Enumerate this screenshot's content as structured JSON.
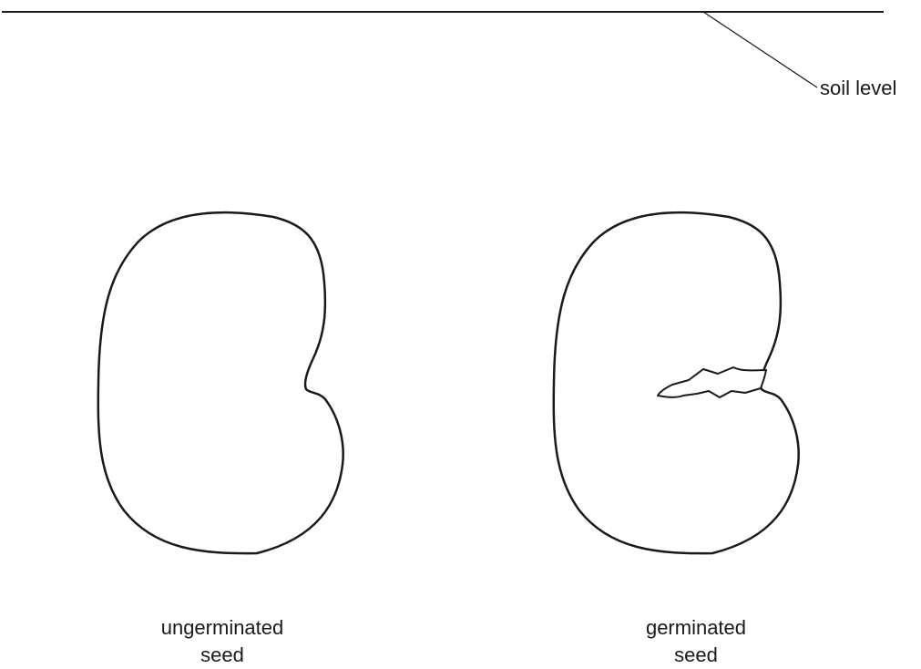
{
  "soil_level_label": "soil level",
  "seeds": {
    "ungerminated": {
      "line1": "ungerminated",
      "line2": "seed"
    },
    "germinated": {
      "line1": "germinated",
      "line2": "seed"
    }
  }
}
